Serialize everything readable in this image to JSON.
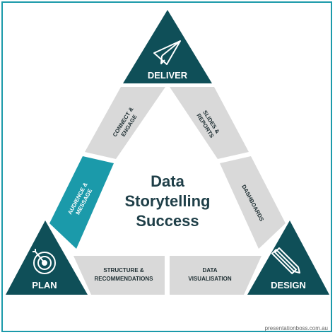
{
  "title": {
    "line1": "Data",
    "line2": "Storytelling",
    "line3": "Success"
  },
  "corners": {
    "deliver": "DELIVER",
    "plan": "PLAN",
    "design": "DESIGN"
  },
  "segments": {
    "connect_l1": "CONNECT &",
    "connect_l2": "ENGAGE",
    "slides_l1": "SLIDES &",
    "slides_l2": "REPORTS",
    "audience_l1": "AUDIENCE &",
    "audience_l2": "MESSAGE",
    "dashboards": "DASHBOARDS",
    "structure_l1": "STRUCTURE &",
    "structure_l2": "RECOMMENDATIONS",
    "dataviz_l1": "DATA",
    "dataviz_l2": "VISUALISATION"
  },
  "footer": "presentationboss.com.au",
  "colors": {
    "dark_teal": "#0f4f58",
    "teal_accent": "#1b9aaa",
    "gray": "#d9d9d9",
    "frame": "#1b9aaa"
  }
}
